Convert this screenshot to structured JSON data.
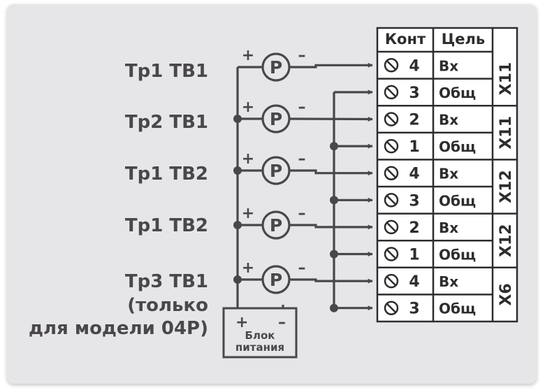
{
  "sources": [
    {
      "label": "Тр1 ТВ1"
    },
    {
      "label": "Тр2 ТВ1"
    },
    {
      "label": "Тр1 ТВ2"
    },
    {
      "label": "Тр1 ТВ2"
    },
    {
      "label": "Тр3 ТВ1"
    }
  ],
  "source_note": [
    "(только",
    "для модели 04Р)"
  ],
  "sensor_symbol": "P",
  "plus_sign": "+",
  "minus_sign": "–",
  "power_supply": {
    "line1": "Блок",
    "line2": "питания",
    "plus": "+",
    "minus": "–"
  },
  "table": {
    "header": {
      "contact": "Конт",
      "circuit": "Цель"
    },
    "rows": [
      {
        "contact": "4",
        "circuit": "Вх"
      },
      {
        "contact": "3",
        "circuit": "Общ"
      },
      {
        "contact": "2",
        "circuit": "Вх"
      },
      {
        "contact": "1",
        "circuit": "Общ"
      },
      {
        "contact": "4",
        "circuit": "Вх"
      },
      {
        "contact": "3",
        "circuit": "Общ"
      },
      {
        "contact": "2",
        "circuit": "Вх"
      },
      {
        "contact": "1",
        "circuit": "Общ"
      },
      {
        "contact": "4",
        "circuit": "Вх"
      },
      {
        "contact": "3",
        "circuit": "Общ"
      }
    ],
    "connectors": [
      "X11",
      "X11",
      "X12",
      "X12",
      "X6"
    ]
  },
  "colors": {
    "line": "#4a474b",
    "background": "#e6e6e8",
    "table_fill": "#ffffff"
  }
}
